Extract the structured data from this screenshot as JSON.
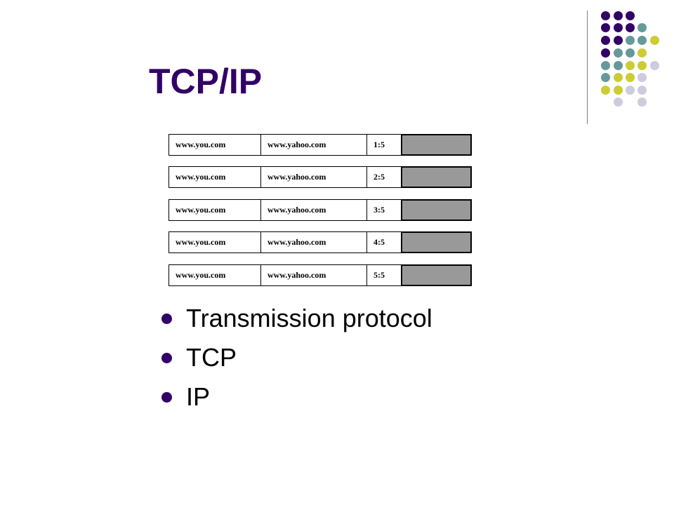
{
  "slide": {
    "title": "TCP/IP",
    "colors": {
      "title": "#330066",
      "bullet": "#330066",
      "data_block": "#999999",
      "palette": [
        "#330066",
        "#669999",
        "#cccc33",
        "#ccccdd"
      ]
    },
    "packets": [
      {
        "source": "www.you.com",
        "destination": "www.yahoo.com",
        "sequence": "1:5"
      },
      {
        "source": "www.you.com",
        "destination": "www.yahoo.com",
        "sequence": "2:5"
      },
      {
        "source": "www.you.com",
        "destination": "www.yahoo.com",
        "sequence": "3:5"
      },
      {
        "source": "www.you.com",
        "destination": "www.yahoo.com",
        "sequence": "4:5"
      },
      {
        "source": "www.you.com",
        "destination": "www.yahoo.com",
        "sequence": "5:5"
      }
    ],
    "bullets": [
      "Transmission protocol",
      "TCP",
      "IP"
    ]
  }
}
